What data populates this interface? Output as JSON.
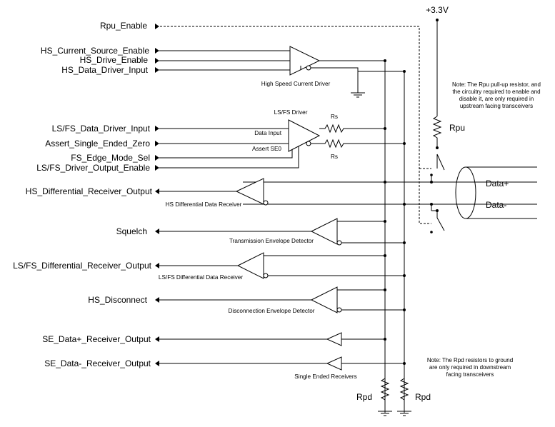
{
  "signals": {
    "rpu_enable": "Rpu_Enable",
    "hs_current_source_enable": "HS_Current_Source_Enable",
    "hs_drive_enable": "HS_Drive_Enable",
    "hs_data_driver_input": "HS_Data_Driver_Input",
    "lsfs_data_driver_input": "LS/FS_Data_Driver_Input",
    "assert_single_ended_zero": "Assert_Single_Ended_Zero",
    "fs_edge_mode_sel": "FS_Edge_Mode_Sel",
    "lsfs_driver_output_enable": "LS/FS_Driver_Output_Enable",
    "hs_differential_receiver_output": "HS_Differential_Receiver_Output",
    "squelch": "Squelch",
    "lsfs_differential_receiver_output": "LS/FS_Differential_Receiver_Output",
    "hs_disconnect": "HS_Disconnect",
    "se_data_plus_receiver_output": "SE_Data+_Receiver_Output",
    "se_data_minus_receiver_output": "SE_Data-_Receiver_Output"
  },
  "blocks": {
    "hs_current_driver": "High Speed Current Driver",
    "lsfs_driver": "LS/FS Driver",
    "data_input": "Data Input",
    "assert_se0": "Assert SE0",
    "hs_diff_receiver": "HS Differential Data Receiver",
    "transmission_envelope": "Transmission Envelope Detector",
    "lsfs_diff_receiver": "LS/FS Differential Data Receiver",
    "disconnection_envelope": "Disconnection Envelope Detector",
    "single_ended_receivers": "Single Ended Receivers"
  },
  "components": {
    "supply": "+3.3V",
    "rpu": "Rpu",
    "rs_top": "Rs",
    "rs_bottom": "Rs",
    "rpd_left": "Rpd",
    "rpd_right": "Rpd"
  },
  "lines": {
    "data_plus": "Data+",
    "data_minus": "Data-"
  },
  "notes": {
    "rpu_note_lines": [
      "Note:  The Rpu pull-up resistor, and",
      "the circuitry required to enable and",
      "disable it, are only required in",
      "upstream facing transceivers"
    ],
    "rpd_note_lines": [
      "Note:  The Rpd resistors to ground",
      "are only required in downstream",
      "facing transceivers"
    ]
  }
}
